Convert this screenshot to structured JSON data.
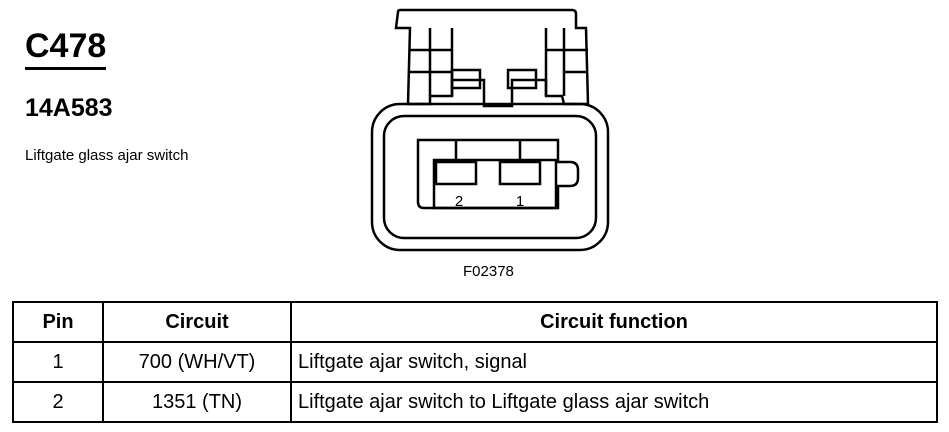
{
  "connector": {
    "id": "C478",
    "part_number": "14A583",
    "description": "Liftgate glass ajar switch",
    "figure_code": "F02378",
    "pin_labels": [
      "2",
      "1"
    ]
  },
  "table": {
    "headers": {
      "pin": "Pin",
      "circuit": "Circuit",
      "function": "Circuit function"
    },
    "rows": [
      {
        "pin": "1",
        "circuit": "700 (WH/VT)",
        "function": "Liftgate ajar switch, signal"
      },
      {
        "pin": "2",
        "circuit": "1351 (TN)",
        "function": "Liftgate ajar switch to Liftgate glass ajar switch"
      }
    ]
  }
}
